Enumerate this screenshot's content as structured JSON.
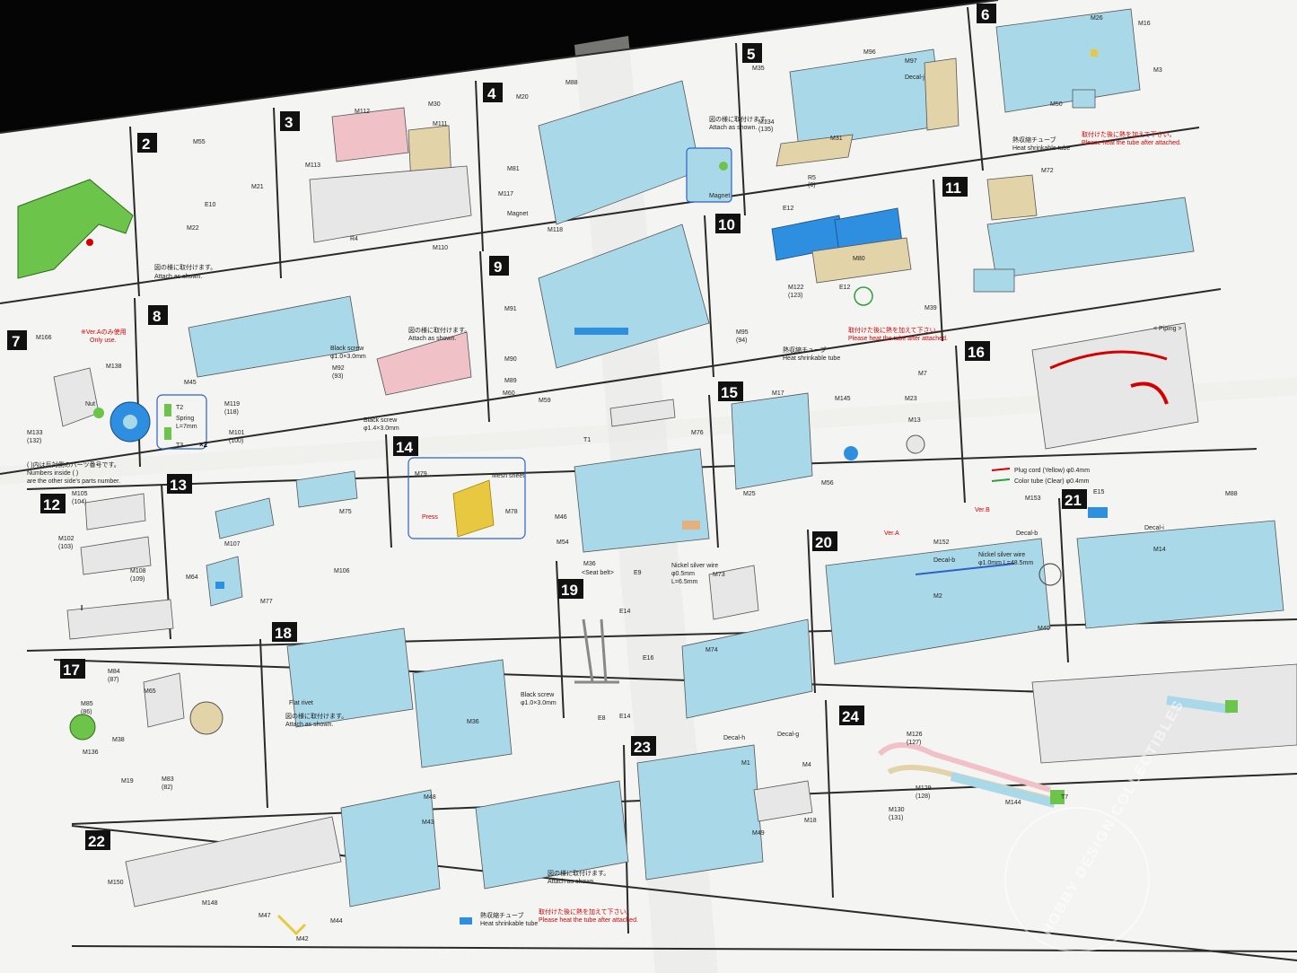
{
  "colors": {
    "background": "#050505",
    "paper": "#f4f4f2",
    "grid_line": "#2a2a2a",
    "part_green": "#6cc44a",
    "part_blue": "#a9d8e8",
    "part_pink": "#f0c2c8",
    "part_tan": "#e3d3a8",
    "part_yellow": "#e8c840",
    "blue_sheet": "#2e8fe0",
    "leader_red": "#d40000"
  },
  "steps": [
    {
      "num": "2",
      "labels": [
        "M55",
        "M21",
        "E10",
        "M22",
        "図の様に取付けます。",
        "Attach as shown."
      ]
    },
    {
      "num": "3",
      "labels": [
        "M112",
        "M30",
        "M111",
        "M113",
        "R4",
        "M110"
      ]
    },
    {
      "num": "4",
      "labels": [
        "M20",
        "M88",
        "M81",
        "M117",
        "Magnet",
        "M118",
        "図の様に取付けます。",
        "Attach as shown.",
        "Magnet"
      ]
    },
    {
      "num": "5",
      "labels": [
        "M96",
        "M97",
        "Decal-j",
        "M35",
        "M134",
        "(135)",
        "M31",
        "R5",
        "(6)"
      ]
    },
    {
      "num": "6",
      "labels": [
        "M26",
        "M16",
        "M3",
        "M50",
        "熱収縮チューブ",
        "Heat shrinkable tube",
        "取付けた後に熱を加えて下さい。",
        "Please heat the tube after attached."
      ]
    },
    {
      "num": "7",
      "labels": [
        "※Ver.Aのみ使用",
        "Only use.",
        "M166",
        "M138",
        "Nut",
        "M133",
        "(132)",
        "( )内は反対側のパーツ番号です。",
        "Numbers inside ( )",
        "are the other side's parts number."
      ]
    },
    {
      "num": "8",
      "labels": [
        "M45",
        "M119",
        "(118)",
        "M101",
        "(100)",
        "Black screw",
        "φ1.0×3.0mm",
        "M92",
        "(93)",
        "Spring",
        "L=7mm",
        "T2",
        "T3",
        "×2",
        "図の様に取付けます。",
        "Attach as shown.",
        "Black screw",
        "φ1.4×3.0mm"
      ]
    },
    {
      "num": "9",
      "labels": [
        "M91",
        "M90",
        "M89",
        "M60",
        "M59"
      ]
    },
    {
      "num": "10",
      "labels": [
        "E12",
        "E12",
        "M122",
        "(123)",
        "M80",
        "M95",
        "(94)",
        "M39",
        "熱収縮チューブ",
        "Heat shrinkable tube",
        "取付けた後に熱を加えて下さい。",
        "Please heat the tube after attached."
      ]
    },
    {
      "num": "11",
      "labels": [
        "M72"
      ]
    },
    {
      "num": "12",
      "labels": [
        "M105",
        "(104)",
        "M102",
        "(103)",
        "M108",
        "(109)",
        "I"
      ]
    },
    {
      "num": "13",
      "labels": [
        "M75",
        "M107",
        "M64",
        "M106",
        "M77"
      ]
    },
    {
      "num": "14",
      "labels": [
        "M79",
        "Mesh sheet",
        "Press",
        "M78",
        "T1",
        "M76",
        "M46",
        "M54",
        "M36"
      ]
    },
    {
      "num": "15",
      "labels": [
        "M17",
        "M145",
        "M7",
        "M23",
        "M13",
        "M25",
        "M56"
      ]
    },
    {
      "num": "16",
      "labels": [
        "< Piping >",
        "Plug cord (Yellow) φ0.4mm",
        "Color tube (Clear) φ0.4mm"
      ]
    },
    {
      "num": "17",
      "labels": [
        "M84",
        "(87)",
        "M85",
        "(86)",
        "M65",
        "M136",
        "M38",
        "M19",
        "M83",
        "(82)"
      ]
    },
    {
      "num": "18",
      "labels": [
        "Flat rivet",
        "図の様に取付けます。",
        "Attach as shown.",
        "Black screw",
        "φ1.0×3.0mm",
        "M36"
      ]
    },
    {
      "num": "19",
      "labels": [
        "<Seat belt>",
        "E9",
        "E14",
        "E16",
        "E8",
        "E14",
        "Nickel silver wire",
        "φ0.5mm",
        "L=6.5mm",
        "M73",
        "M74"
      ]
    },
    {
      "num": "20",
      "labels": [
        "Ver.A",
        "Ver.B",
        "M152",
        "M153",
        "Decal-b",
        "Decal-b",
        "Nickel silver wire",
        "φ1.0mm L=48.5mm",
        "M2",
        "M40"
      ]
    },
    {
      "num": "21",
      "labels": [
        "E15",
        "M88",
        "Decal-i",
        "M14"
      ]
    },
    {
      "num": "22",
      "labels": [
        "M150",
        "M148",
        "M47",
        "M44",
        "M43",
        "M42",
        "M48",
        "熱収縮チューブ",
        "Heat shrinkable tube",
        "取付けた後に熱を加えて下さい。",
        "Please heat the tube after attached.",
        "図の様に取付けます。",
        "Attach as shown."
      ]
    },
    {
      "num": "23",
      "labels": [
        "Decal-h",
        "Decal-g",
        "M1",
        "M4",
        "M18",
        "M49"
      ]
    },
    {
      "num": "24",
      "labels": [
        "M126",
        "(127)",
        "M129",
        "(128)",
        "M130",
        "(131)",
        "M144",
        "T7"
      ]
    }
  ],
  "watermark": "HOBBY DESIGN COLLECTIBLES"
}
